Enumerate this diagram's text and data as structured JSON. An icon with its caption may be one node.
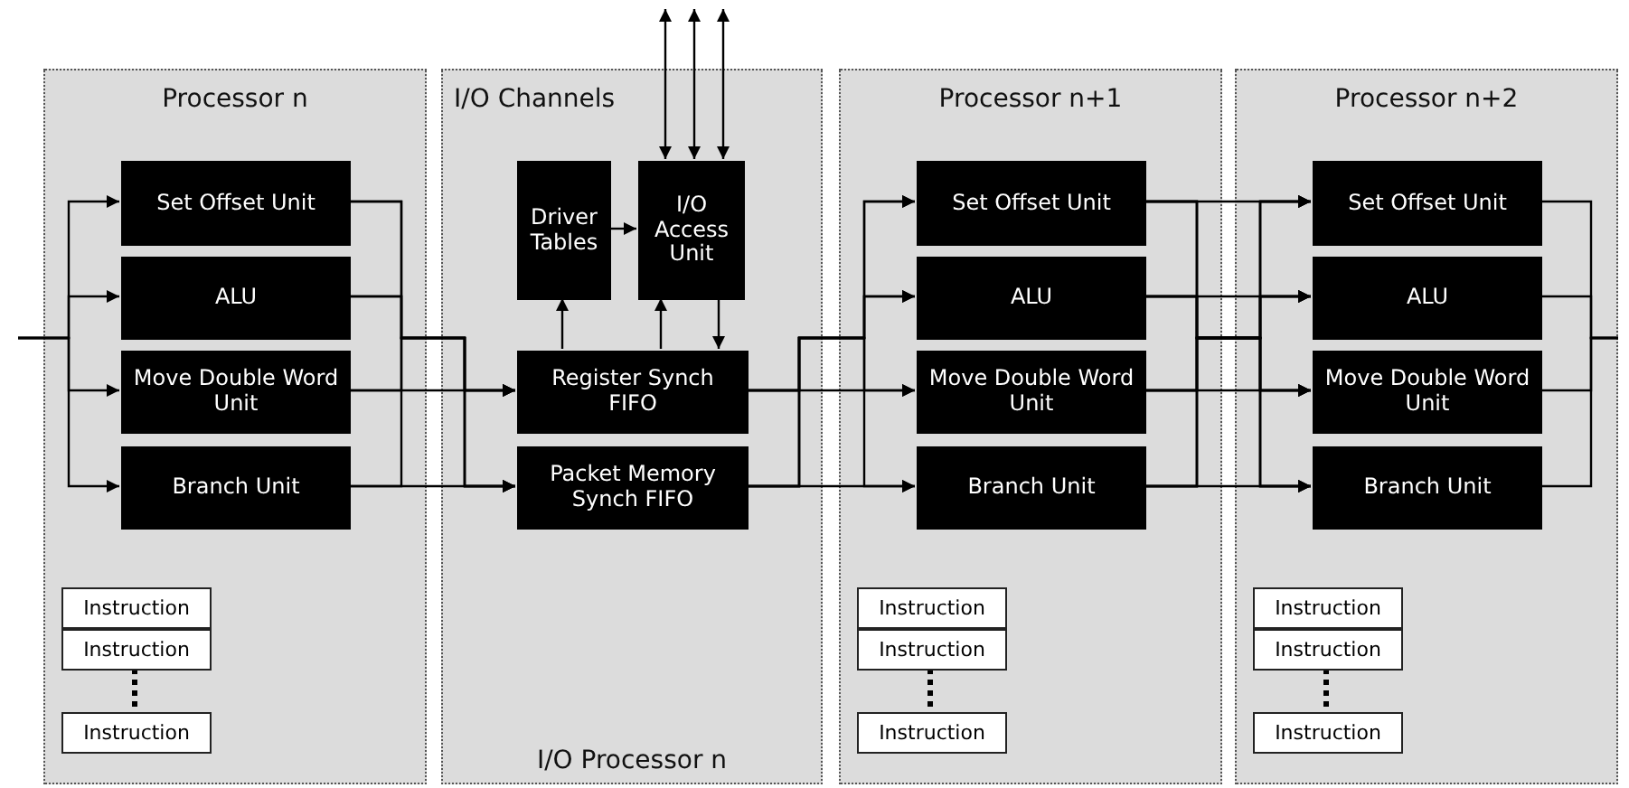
{
  "diagram": {
    "nodes": [
      {
        "text": [
          "Processor n"
        ]
      },
      {
        "text": [
          "Set Offset Unit"
        ],
        "in": 0
      },
      {
        "text": [
          "ALU"
        ],
        "in": 0
      },
      {
        "text": [
          "Move Double Word Unit"
        ],
        "in": 0
      },
      {
        "text": [
          "Branch Unit"
        ],
        "in": 0
      },
      {
        "text": [
          "Instruction"
        ],
        "in": 0
      },
      {
        "text": [
          "Instruction"
        ],
        "in": 0
      },
      {
        "text": [
          "Instruction"
        ],
        "in": 0
      },
      {
        "text": [
          "I/O Channels",
          "I/O Processor n"
        ]
      },
      {
        "text": [
          "Driver Tables"
        ],
        "in": 8
      },
      {
        "text": [
          "I/O Access Unit"
        ],
        "in": 8
      },
      {
        "text": [
          "Register Synch FIFO"
        ],
        "in": 8
      },
      {
        "text": [
          "Packet Memory Synch FIFO"
        ],
        "in": 8
      },
      {
        "text": [
          "Processor n+1"
        ]
      },
      {
        "text": [
          "Set Offset Unit"
        ],
        "in": 13
      },
      {
        "text": [
          "ALU"
        ],
        "in": 13
      },
      {
        "text": [
          "Move Double Word Unit"
        ],
        "in": 13
      },
      {
        "text": [
          "Branch Unit"
        ],
        "in": 13
      },
      {
        "text": [
          "Instruction"
        ],
        "in": 13
      },
      {
        "text": [
          "Instruction"
        ],
        "in": 13
      },
      {
        "text": [
          "Instruction"
        ],
        "in": 13
      },
      {
        "text": [
          "Processor n+2"
        ]
      },
      {
        "text": [
          "Set Offset Unit"
        ],
        "in": 21
      },
      {
        "text": [
          "ALU"
        ],
        "in": 21
      },
      {
        "text": [
          "Move Double Word Unit"
        ],
        "in": 21
      },
      {
        "text": [
          "Branch Unit"
        ],
        "in": 21
      },
      {
        "text": [
          "Instruction"
        ],
        "in": 21
      },
      {
        "text": [
          "Instruction"
        ],
        "in": 21
      },
      {
        "text": [
          "Instruction"
        ],
        "in": 21
      }
    ],
    "edges": [
      {
        "from": null,
        "to": 1,
        "arrow": "to"
      },
      {
        "from": null,
        "to": 2,
        "arrow": "to"
      },
      {
        "from": null,
        "to": 3,
        "arrow": "to"
      },
      {
        "from": null,
        "to": 4,
        "arrow": "to"
      },
      {
        "from": 6,
        "to": 7,
        "arrow": "none",
        "style": "dashed"
      },
      {
        "from": 1,
        "to": 11,
        "arrow": "to"
      },
      {
        "from": 2,
        "to": 11,
        "arrow": "to"
      },
      {
        "from": 3,
        "to": 11,
        "arrow": "to"
      },
      {
        "from": 4,
        "to": 11,
        "arrow": "to"
      },
      {
        "from": 1,
        "to": 12,
        "arrow": "to"
      },
      {
        "from": 2,
        "to": 12,
        "arrow": "to"
      },
      {
        "from": 3,
        "to": 12,
        "arrow": "to"
      },
      {
        "from": 4,
        "to": 12,
        "arrow": "to"
      },
      {
        "from": 9,
        "to": 10,
        "arrow": "to"
      },
      {
        "from": 10,
        "to": null,
        "arrow": "both"
      },
      {
        "from": 10,
        "to": null,
        "arrow": "both"
      },
      {
        "from": 10,
        "to": null,
        "arrow": "both"
      },
      {
        "from": 11,
        "to": 9,
        "arrow": "to"
      },
      {
        "from": 11,
        "to": 10,
        "arrow": "to"
      },
      {
        "from": 10,
        "to": 11,
        "arrow": "to"
      },
      {
        "from": 11,
        "to": 14,
        "arrow": "to"
      },
      {
        "from": 11,
        "to": 15,
        "arrow": "to"
      },
      {
        "from": 11,
        "to": 16,
        "arrow": "to"
      },
      {
        "from": 11,
        "to": 17,
        "arrow": "to"
      },
      {
        "from": 12,
        "to": 14,
        "arrow": "to"
      },
      {
        "from": 12,
        "to": 15,
        "arrow": "to"
      },
      {
        "from": 12,
        "to": 16,
        "arrow": "to"
      },
      {
        "from": 12,
        "to": 17,
        "arrow": "to"
      },
      {
        "from": 19,
        "to": 20,
        "arrow": "none",
        "style": "dashed"
      },
      {
        "from": 14,
        "to": 22,
        "arrow": "to"
      },
      {
        "from": 14,
        "to": 23,
        "arrow": "to"
      },
      {
        "from": 14,
        "to": 24,
        "arrow": "to"
      },
      {
        "from": 14,
        "to": 25,
        "arrow": "to"
      },
      {
        "from": 15,
        "to": 22,
        "arrow": "to"
      },
      {
        "from": 15,
        "to": 23,
        "arrow": "to"
      },
      {
        "from": 15,
        "to": 24,
        "arrow": "to"
      },
      {
        "from": 15,
        "to": 25,
        "arrow": "to"
      },
      {
        "from": 16,
        "to": 22,
        "arrow": "to"
      },
      {
        "from": 16,
        "to": 23,
        "arrow": "to"
      },
      {
        "from": 16,
        "to": 24,
        "arrow": "to"
      },
      {
        "from": 16,
        "to": 25,
        "arrow": "to"
      },
      {
        "from": 17,
        "to": 22,
        "arrow": "to"
      },
      {
        "from": 17,
        "to": 23,
        "arrow": "to"
      },
      {
        "from": 17,
        "to": 24,
        "arrow": "to"
      },
      {
        "from": 17,
        "to": 25,
        "arrow": "to"
      },
      {
        "from": 27,
        "to": 28,
        "arrow": "none",
        "style": "dashed"
      },
      {
        "from": 22,
        "to": null,
        "arrow": "none"
      },
      {
        "from": 23,
        "to": null,
        "arrow": "none"
      },
      {
        "from": 24,
        "to": null,
        "arrow": "none"
      },
      {
        "from": 25,
        "to": null,
        "arrow": "none"
      }
    ]
  }
}
